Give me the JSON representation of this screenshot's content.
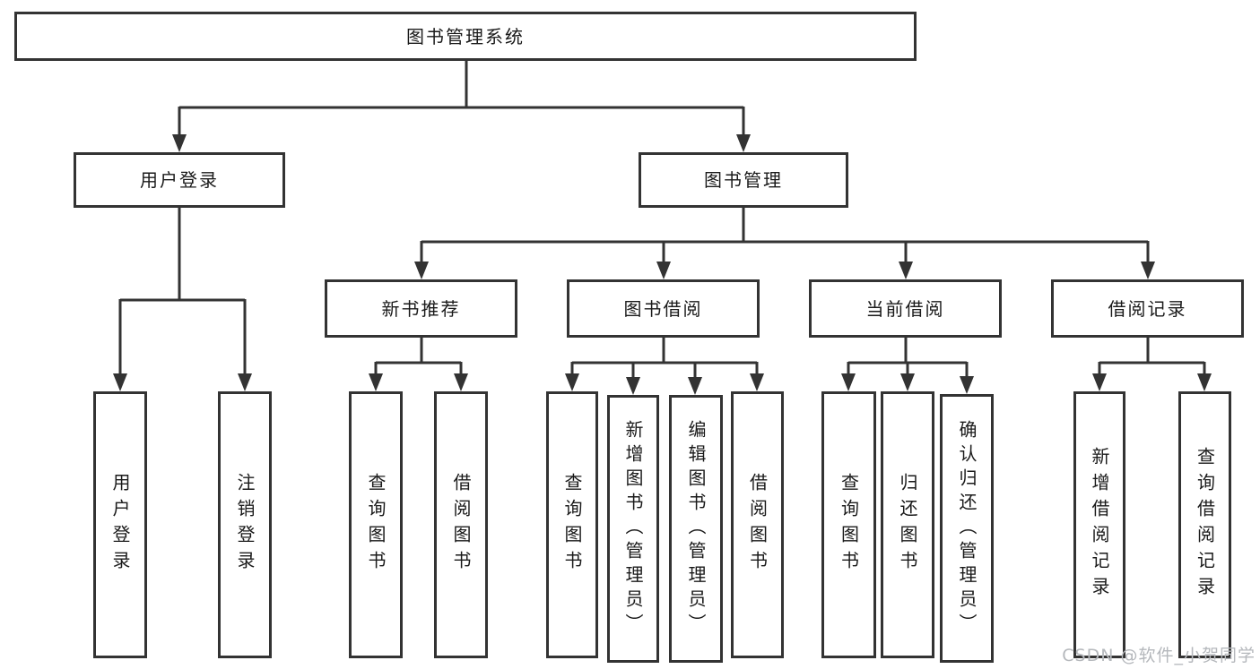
{
  "diagram": {
    "type": "tree",
    "title": "图书管理系统",
    "colors": {
      "line": "#333333",
      "border": "#333333",
      "text": "#1a1a1a",
      "background": "#ffffff",
      "watermark": "#b5b8bc"
    },
    "tree": {
      "label": "图书管理系统",
      "children": [
        {
          "label": "用户登录",
          "children": [
            {
              "label": "用户登录"
            },
            {
              "label": "注销登录"
            }
          ]
        },
        {
          "label": "图书管理",
          "children": [
            {
              "label": "新书推荐",
              "children": [
                {
                  "label": "查询图书"
                },
                {
                  "label": "借阅图书"
                }
              ]
            },
            {
              "label": "图书借阅",
              "children": [
                {
                  "label": "查询图书"
                },
                {
                  "label": "新增图书（管理员）"
                },
                {
                  "label": "编辑图书（管理员）"
                },
                {
                  "label": "借阅图书"
                }
              ]
            },
            {
              "label": "当前借阅",
              "children": [
                {
                  "label": "查询图书"
                },
                {
                  "label": "归还图书"
                },
                {
                  "label": "确认归还（管理员）"
                }
              ]
            },
            {
              "label": "借阅记录",
              "children": [
                {
                  "label": "新增借阅记录"
                },
                {
                  "label": "查询借阅记录"
                }
              ]
            }
          ]
        }
      ]
    }
  },
  "watermark": {
    "text": "CSDN @软件_小贺同学"
  }
}
